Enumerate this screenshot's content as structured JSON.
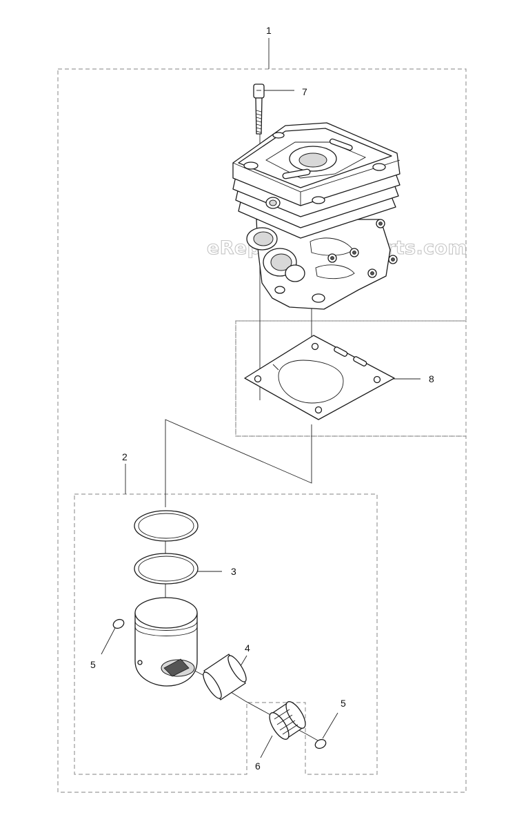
{
  "watermark": "eReplacementParts.com",
  "callouts": {
    "c1": "1",
    "c2": "2",
    "c3": "3",
    "c4": "4",
    "c5a": "5",
    "c5b": "5",
    "c6": "6",
    "c7": "7",
    "c8": "8"
  },
  "parts": [
    "cylinder",
    "gasket",
    "piston",
    "piston-ring-upper",
    "piston-ring-lower",
    "piston-pin",
    "needle-bearing",
    "circlip-left",
    "circlip-right",
    "cylinder-screw"
  ]
}
